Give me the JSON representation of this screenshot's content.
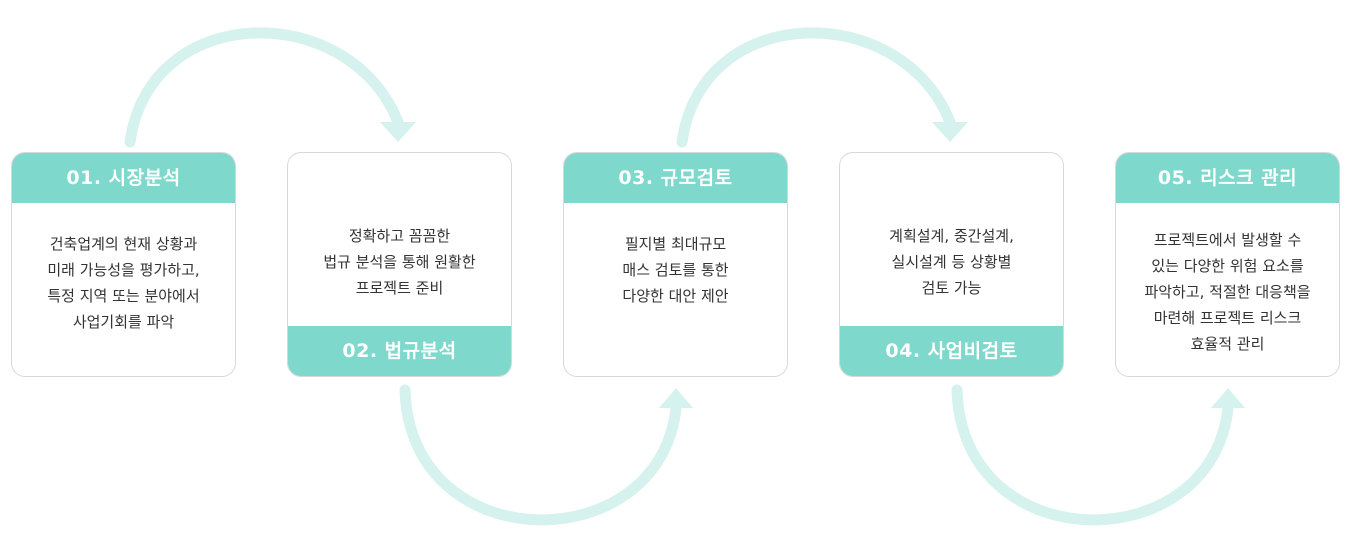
{
  "colors": {
    "accent": "#7ed8cc",
    "arrow": "#d6f2ee",
    "border": "#d8d8d8",
    "text": "#333333"
  },
  "steps": [
    {
      "label": "01. 시장분석",
      "lines": [
        "건축업계의 현재 상황과",
        "미래 가능성을 평가하고,",
        "특정 지역 또는 분야에서",
        "사업기회를 파악"
      ]
    },
    {
      "label": "02. 법규분석",
      "lines": [
        "정확하고 꼼꼼한",
        "법규 분석을 통해 원활한",
        "프로젝트 준비"
      ]
    },
    {
      "label": "03. 규모검토",
      "lines": [
        "필지별 최대규모",
        "매스 검토를 통한",
        "다양한 대안 제안"
      ]
    },
    {
      "label": "04. 사업비검토",
      "lines": [
        "계획설계, 중간설계,",
        "실시설계 등 상황별",
        "검토 가능"
      ]
    },
    {
      "label": "05. 리스크 관리",
      "lines": [
        "프로젝트에서 발생할 수",
        "있는 다양한 위험 요소를",
        "파악하고, 적절한 대응책을",
        "마련해 프로젝트 리스크",
        "효율적 관리"
      ]
    }
  ]
}
